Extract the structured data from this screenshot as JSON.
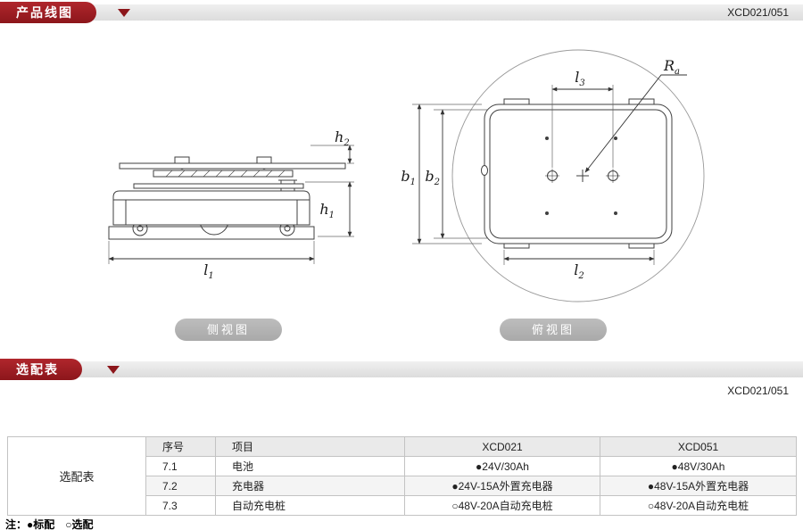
{
  "sections": [
    {
      "title": "产品线图",
      "code": "XCD021/051"
    },
    {
      "title": "选配表",
      "code": "XCD021/051"
    }
  ],
  "drawings": {
    "side_view": {
      "caption": "侧视图",
      "dims": {
        "h2": {
          "base": "h",
          "sub": "2"
        },
        "h1": {
          "base": "h",
          "sub": "1"
        },
        "l1": {
          "base": "l",
          "sub": "1"
        }
      }
    },
    "top_view": {
      "caption": "俯视图",
      "dims": {
        "ra": {
          "base": "R",
          "sub": "a"
        },
        "l3": {
          "base": "l",
          "sub": "3"
        },
        "b1": {
          "base": "b",
          "sub": "1"
        },
        "b2": {
          "base": "b",
          "sub": "2"
        },
        "l2": {
          "base": "l",
          "sub": "2"
        }
      }
    }
  },
  "table": {
    "side_label": "选配表",
    "headers": [
      "序号",
      "项目",
      "XCD021",
      "XCD051"
    ],
    "rows": [
      [
        "7.1",
        "电池",
        "●24V/30Ah",
        "●48V/30Ah"
      ],
      [
        "7.2",
        "充电器",
        "●24V-15A外置充电器",
        "●48V-15A外置充电器"
      ],
      [
        "7.3",
        "自动充电桩",
        "○48V-20A自动充电桩",
        "○48V-20A自动充电桩"
      ]
    ]
  },
  "footnote": {
    "prefix": "注：",
    "standard": "●标配",
    "optional": "○选配"
  },
  "colors": {
    "accent_red": "#9e1c22",
    "bar_gray": "#e5e5e5",
    "button_gray": "#b4b4b4",
    "table_border": "#c3c3c3"
  }
}
